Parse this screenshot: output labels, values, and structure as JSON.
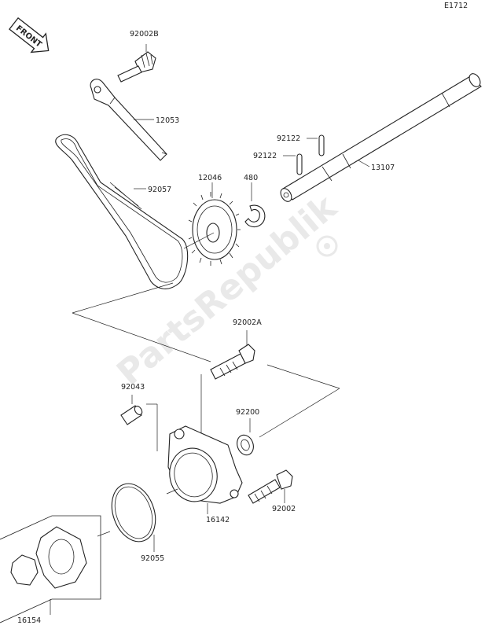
{
  "page_code": "E1712",
  "front_badge": "FRONT",
  "watermark": "PartsRepublik",
  "parts": {
    "bolt_a": "92002B",
    "lever": "12053",
    "pin_1": "92122",
    "pin_2": "92122",
    "shaft": "13107",
    "chain": "92057",
    "sprocket": "12046",
    "circlip": "480",
    "bolt_b": "92002A",
    "dowel": "92043",
    "washer": "92200",
    "pump_body": "16142",
    "bolt_c": "92002",
    "oring": "92055",
    "rotor_set": "16154"
  }
}
